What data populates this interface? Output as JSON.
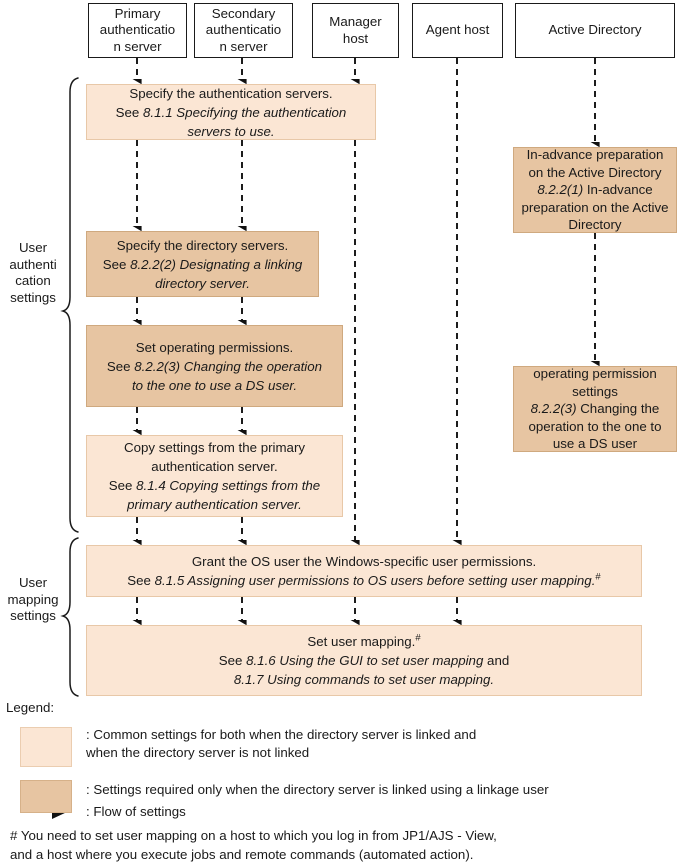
{
  "diagram": {
    "lanes": [
      {
        "id": "primary-auth-server",
        "label": "Primary\nauthenticatio\nn server"
      },
      {
        "id": "secondary-auth-server",
        "label": "Secondary\nauthenticatio\nn server"
      },
      {
        "id": "manager-host",
        "label": "Manager\nhost"
      },
      {
        "id": "agent-host",
        "label": "Agent host"
      },
      {
        "id": "active-directory",
        "label": "Active Directory"
      }
    ],
    "groups": [
      {
        "id": "user-authentication-settings",
        "label": "User\nauthenti\ncation\nsettings"
      },
      {
        "id": "user-mapping-settings",
        "label": "User\nmapping\nsettings"
      }
    ],
    "steps": [
      {
        "id": "specify-authentication-servers",
        "kind": "common",
        "lines": [
          {
            "text": "Specify the authentication servers.",
            "italic": false
          },
          {
            "text": "See ",
            "italic": false,
            "then": "8.1.1 Specifying the authentication servers to use."
          }
        ]
      },
      {
        "id": "specify-directory-servers",
        "kind": "linked",
        "lines": [
          {
            "text": "Specify the directory servers."
          },
          {
            "text": "See 8.2.2(2) Designating a linking directory server."
          }
        ]
      },
      {
        "id": "set-operating-permissions",
        "kind": "linked",
        "lines": [
          {
            "text": "Set operating permissions."
          },
          {
            "text": "See 8.2.2(3) Changing the operation to the one to use a DS user."
          }
        ]
      },
      {
        "id": "copy-settings-primary-auth-server",
        "kind": "common",
        "lines": [
          {
            "text": "Copy settings from the primary authentication server."
          },
          {
            "text": "See 8.1.4 Copying settings from the primary authentication server."
          }
        ]
      },
      {
        "id": "grant-os-user-permissions",
        "kind": "common",
        "lines": [
          {
            "text": "Grant the OS user the Windows-specific user permissions."
          },
          {
            "text": "See 8.1.5 Assigning user permissions to OS users before setting user mapping.#"
          }
        ]
      },
      {
        "id": "set-user-mapping",
        "kind": "common",
        "lines": [
          {
            "text": "Set user mapping.#"
          },
          {
            "text": "See 8.1.6 Using the GUI to set user mapping and"
          },
          {
            "text": "8.1.7 Using commands to set user mapping."
          }
        ]
      },
      {
        "id": "in-advance-preparation-active-directory",
        "kind": "linked",
        "lines": [
          {
            "text": "In-advance preparation on the Active Directory"
          },
          {
            "text": "8.2.2(1) In-advance preparation on the Active Directory"
          }
        ]
      },
      {
        "id": "operating-permission-settings",
        "kind": "linked",
        "lines": [
          {
            "text": "operating permission settings"
          },
          {
            "text": "8.2.2(3) Changing the operation to the one to use a DS user"
          }
        ]
      }
    ],
    "step_text": {
      "specify_auth_servers": {
        "l1": "Specify the authentication servers.",
        "l2_prefix": "See ",
        "l2_italic": "8.1.1 Specifying the authentication servers to use."
      },
      "specify_directory_servers": {
        "l1": "Specify the directory servers.",
        "l2_prefix": "See ",
        "l2_italic": "8.2.2(2) Designating a linking",
        "l3_italic": "directory server."
      },
      "set_operating_permissions": {
        "l1": "Set operating permissions.",
        "l2_prefix": "See ",
        "l2_italic": "8.2.2(3) Changing the operation",
        "l3_italic": "to the one to use a DS user."
      },
      "copy_settings": {
        "l1": "Copy settings from the primary",
        "l2": "authentication server.",
        "l3_prefix": "See ",
        "l3_italic": "8.1.4 Copying settings from the",
        "l4_italic": "primary authentication server."
      },
      "grant_os_user": {
        "l1": "Grant the OS user the Windows-specific user permissions.",
        "l2_prefix": "See ",
        "l2_italic": "8.1.5 Assigning user permissions to OS users before setting user mapping.",
        "l2_sup": "#"
      },
      "set_user_mapping": {
        "l1": "Set user mapping.",
        "l1_sup": "#",
        "l2_prefix": "See ",
        "l2_italic": "8.1.6 Using the GUI to set user mapping",
        "l2_suffix": " and",
        "l3_italic": "8.1.7 Using commands to set user mapping."
      },
      "in_advance_prep": {
        "l1": "In-advance preparation",
        "l2": "on the Active Directory",
        "l3_italic": "8.2.2(1)",
        "l3_rest": " In-advance",
        "l4": "preparation on the Active",
        "l5": "Directory"
      },
      "operating_permission_settings": {
        "l1": "operating permission",
        "l2": "settings",
        "l3_italic": "8.2.2(3)",
        "l3_rest": " Changing the",
        "l4": "operation to the one to",
        "l5": "use a DS user"
      }
    },
    "legend": {
      "title": "Legend:",
      "items": [
        {
          "id": "legend-common",
          "swatch": "common",
          "text": ": Common settings for both when the directory server is linked and\n  when the directory server is not linked"
        },
        {
          "id": "legend-linked",
          "swatch": "linked",
          "text": ": Settings required only when the directory server is linked using a linkage user"
        },
        {
          "id": "legend-flow",
          "swatch": "arrow",
          "text": ": Flow of settings"
        }
      ],
      "footnote": "# You need to set user mapping on a host to which you log in from JP1/AJS - View,\n and a host where you execute jobs and remote commands (automated action)."
    },
    "colors": {
      "common_fill": "#fbe6d4",
      "common_border": "#e8c8a8",
      "linked_fill": "#e7c5a2",
      "linked_border": "#cfa97f",
      "line": "#1a1a1a",
      "background": "#ffffff"
    }
  }
}
